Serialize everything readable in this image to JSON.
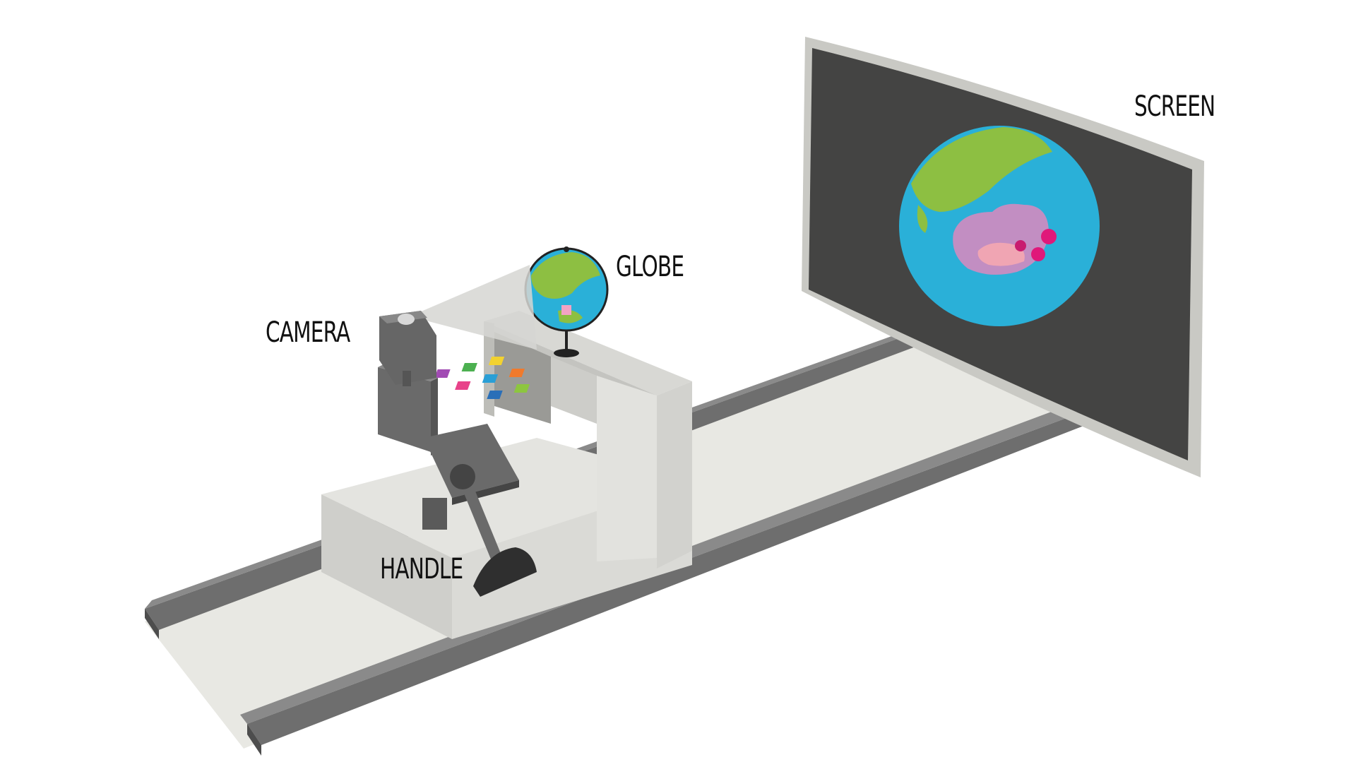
{
  "labels": {
    "screen": "SCREEN",
    "globe": "GLOBE",
    "camera": "CAMERA",
    "handle": "HANDLE"
  },
  "colors": {
    "rail": "#6f6f6f",
    "rail_dark": "#505050",
    "floor": "#e9e9e5",
    "platform": "#dcdcd8",
    "screen_frame": "#c9c9c4",
    "screen_panel": "#444443",
    "ocean": "#2ab0d8",
    "land": "#8dbf42",
    "heat": "#d38bc0",
    "hotspot": "#e0187a"
  },
  "buttons": [
    "#a14bb3",
    "#4cb050",
    "#f2d230",
    "#e8438a",
    "#2a9fd6",
    "#f07a2c",
    "#2a9fd6",
    "#2a6fb8",
    "#8dc63f"
  ]
}
